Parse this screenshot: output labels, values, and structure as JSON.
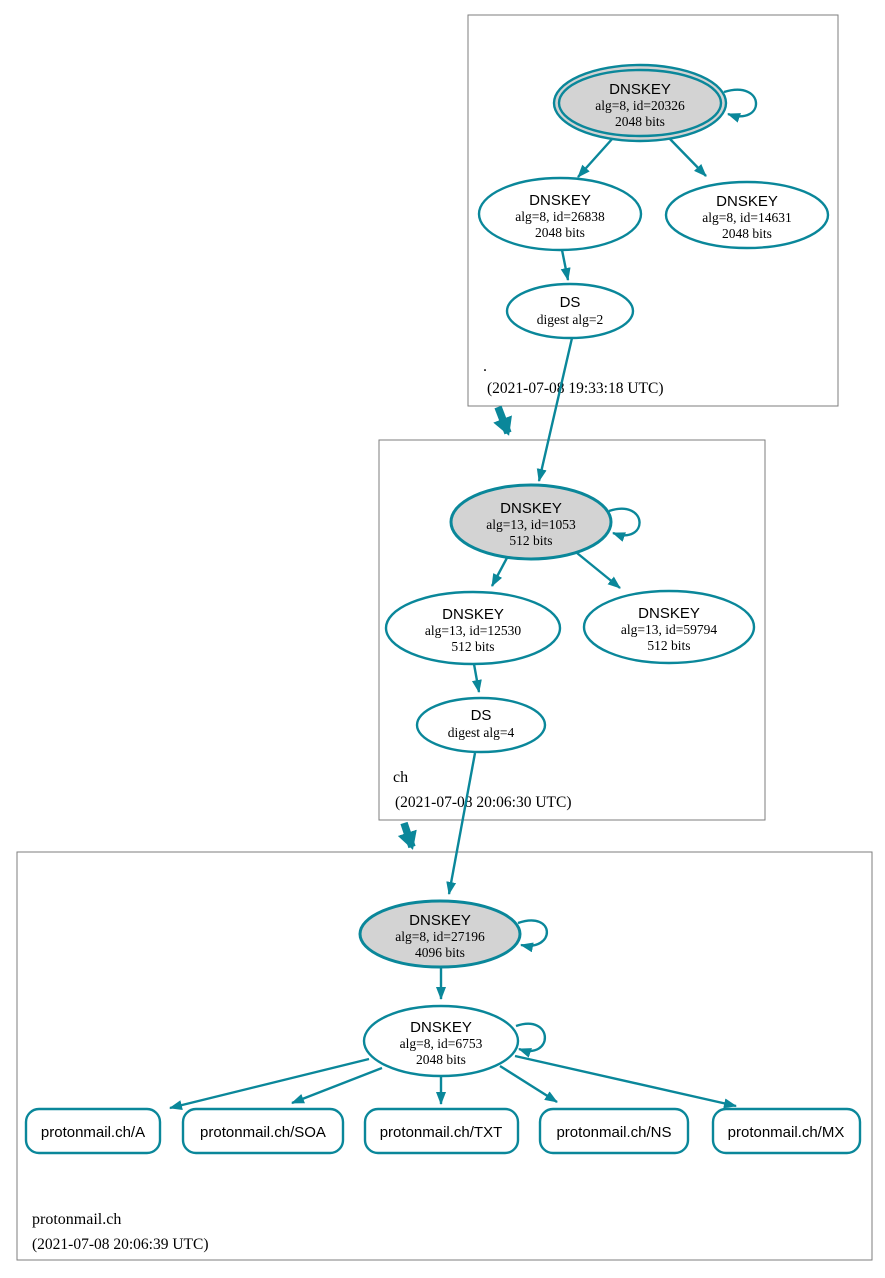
{
  "colors": {
    "edge_secure": "#0a879a",
    "ksk_fill": "#d3d3d3",
    "node_fill": "#ffffff",
    "zone_box_border": "#7e7e7e",
    "text": "#000000"
  },
  "zones": [
    {
      "name": ".",
      "timestamp": "(2021-07-08 19:33:18 UTC)",
      "ksk": {
        "title": "DNSKEY",
        "detail1": "alg=8, id=20326",
        "detail2": "2048 bits"
      },
      "zsk_left": {
        "title": "DNSKEY",
        "detail1": "alg=8, id=26838",
        "detail2": "2048 bits"
      },
      "zsk_right": {
        "title": "DNSKEY",
        "detail1": "alg=8, id=14631",
        "detail2": "2048 bits"
      },
      "ds": {
        "title": "DS",
        "detail1": "digest alg=2"
      }
    },
    {
      "name": "ch",
      "timestamp": "(2021-07-08 20:06:30 UTC)",
      "ksk": {
        "title": "DNSKEY",
        "detail1": "alg=13, id=1053",
        "detail2": "512 bits"
      },
      "zsk_left": {
        "title": "DNSKEY",
        "detail1": "alg=13, id=12530",
        "detail2": "512 bits"
      },
      "zsk_right": {
        "title": "DNSKEY",
        "detail1": "alg=13, id=59794",
        "detail2": "512 bits"
      },
      "ds": {
        "title": "DS",
        "detail1": "digest alg=4"
      }
    },
    {
      "name": "protonmail.ch",
      "timestamp": "(2021-07-08 20:06:39 UTC)",
      "ksk": {
        "title": "DNSKEY",
        "detail1": "alg=8, id=27196",
        "detail2": "4096 bits"
      },
      "zsk": {
        "title": "DNSKEY",
        "detail1": "alg=8, id=6753",
        "detail2": "2048 bits"
      },
      "rrsets": [
        {
          "label": "protonmail.ch/A"
        },
        {
          "label": "protonmail.ch/SOA"
        },
        {
          "label": "protonmail.ch/TXT"
        },
        {
          "label": "protonmail.ch/NS"
        },
        {
          "label": "protonmail.ch/MX"
        }
      ]
    }
  ]
}
